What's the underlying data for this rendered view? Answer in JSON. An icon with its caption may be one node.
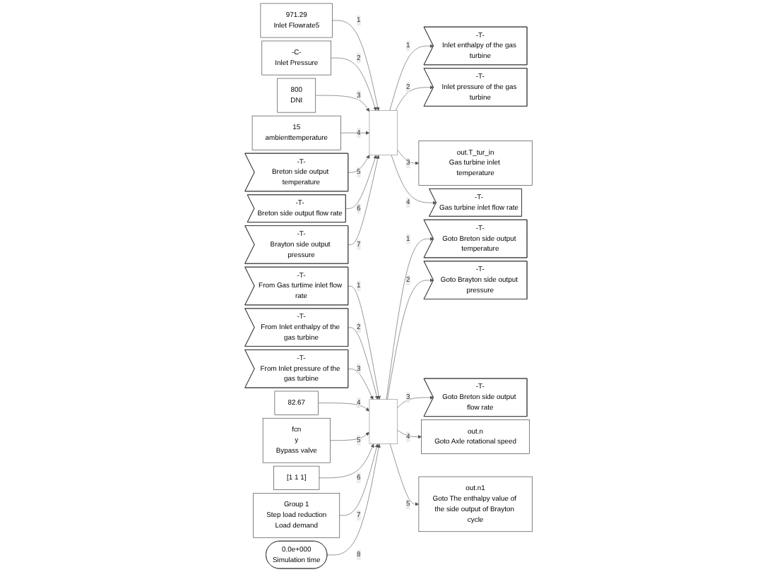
{
  "diagram": {
    "nodes": [
      {
        "text": [
          "971.29",
          "Inlet Flowrate5"
        ]
      },
      {
        "text": [
          "-C-",
          "Inlet Pressure"
        ]
      },
      {
        "text": [
          "800",
          "DNI"
        ]
      },
      {
        "text": [
          "15",
          "ambienttemperature"
        ]
      },
      {
        "text": [
          "-T-",
          "Breton side output temperature"
        ]
      },
      {
        "text": [
          "-T-",
          "Breton side output flow rate"
        ]
      },
      {
        "text": [
          "-T-",
          "Brayton side output pressure"
        ]
      },
      {
        "text": [],
        "shape": "box"
      },
      {
        "text": [
          "-T-",
          "Inlet enthalpy of the gas turbine"
        ]
      },
      {
        "text": [
          "-T-",
          "Inlet pressure of the gas turbine"
        ]
      },
      {
        "text": [
          "out.T_tur_in",
          "Gas turbine inlet temperature"
        ]
      },
      {
        "text": [
          "-T-",
          "Gas turbine inlet flow rate"
        ]
      },
      {
        "text": [
          "-T-",
          "From Gas turtime inlet flow rate"
        ]
      },
      {
        "text": [
          "-T-",
          "From Inlet enthalpy of the gas turbine"
        ]
      },
      {
        "text": [
          "-T-",
          "From Inlet pressure of the gas turbine"
        ]
      },
      {
        "text": [
          "82.67"
        ]
      },
      {
        "text": [
          "fcn",
          "y",
          "Bypass valve"
        ]
      },
      {
        "text": [
          "[1 1 1]"
        ]
      },
      {
        "text": [
          "Group 1",
          "Step load reduction",
          "Load demand"
        ]
      },
      {
        "text": [
          "0.0e+000",
          "Simulation time"
        ]
      },
      {
        "text": [],
        "shape": "box"
      },
      {
        "text": [
          "-T-",
          "Goto Breton side output temperature"
        ]
      },
      {
        "text": [
          "-T-",
          "Goto Brayton side output pressure"
        ]
      },
      {
        "text": [
          "-T-",
          "Goto Breton side output flow rate"
        ]
      },
      {
        "text": [
          "out.n",
          "Goto Axle rotational speed"
        ]
      },
      {
        "text": [
          "out.n1",
          "Goto The enthalpy value of the side output of Brayton cycle"
        ]
      }
    ],
    "edges": [
      {
        "from": 0,
        "to": 7,
        "arrow": "to",
        "label": "1"
      },
      {
        "from": 1,
        "to": 7,
        "arrow": "to",
        "label": "2"
      },
      {
        "from": 2,
        "to": 7,
        "arrow": "to",
        "label": "3"
      },
      {
        "from": 3,
        "to": 7,
        "arrow": "to",
        "label": "4"
      },
      {
        "from": 4,
        "to": 7,
        "arrow": "to",
        "label": "5"
      },
      {
        "from": 5,
        "to": 7,
        "arrow": "to",
        "label": "6"
      },
      {
        "from": 6,
        "to": 7,
        "arrow": "to",
        "label": "7"
      },
      {
        "from": 7,
        "to": 8,
        "arrow": "to",
        "label": "1"
      },
      {
        "from": 7,
        "to": 9,
        "arrow": "to",
        "label": "2"
      },
      {
        "from": 7,
        "to": 10,
        "arrow": "to",
        "label": "3"
      },
      {
        "from": 7,
        "to": 11,
        "arrow": "to",
        "label": "4"
      },
      {
        "from": 12,
        "to": 20,
        "arrow": "to",
        "label": "1"
      },
      {
        "from": 13,
        "to": 20,
        "arrow": "to",
        "label": "2"
      },
      {
        "from": 14,
        "to": 20,
        "arrow": "to",
        "label": "3"
      },
      {
        "from": 15,
        "to": 20,
        "arrow": "to",
        "label": "4"
      },
      {
        "from": 16,
        "to": 20,
        "arrow": "to",
        "label": "5"
      },
      {
        "from": 17,
        "to": 20,
        "arrow": "to",
        "label": "6"
      },
      {
        "from": 18,
        "to": 20,
        "arrow": "to",
        "label": "7"
      },
      {
        "from": 19,
        "to": 20,
        "arrow": "to",
        "label": "8"
      },
      {
        "from": 20,
        "to": 21,
        "arrow": "to",
        "label": "1"
      },
      {
        "from": 20,
        "to": 22,
        "arrow": "to",
        "label": "2"
      },
      {
        "from": 20,
        "to": 23,
        "arrow": "to",
        "label": "3"
      },
      {
        "from": 20,
        "to": 24,
        "arrow": "to",
        "label": "4"
      },
      {
        "from": 20,
        "to": 25,
        "arrow": "to",
        "label": "5"
      }
    ]
  }
}
